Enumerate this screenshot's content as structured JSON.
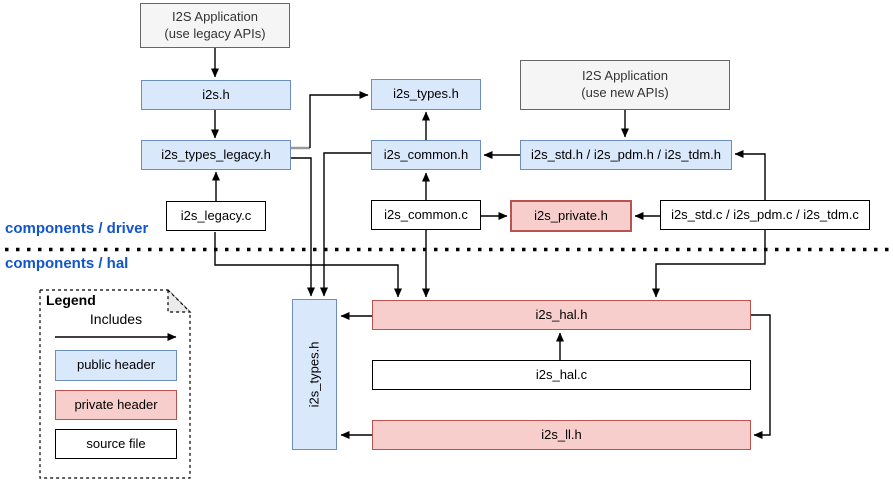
{
  "diagram": {
    "title_implicit": "I2S driver file structure and include dependencies",
    "sections": {
      "driver_label": "components / driver",
      "hal_label": "components / hal"
    },
    "nodes": {
      "app_legacy": {
        "line1": "I2S Application",
        "line2": "(use legacy APIs)",
        "kind": "application"
      },
      "i2s_h": {
        "label": "i2s.h",
        "kind": "public header"
      },
      "i2s_types_legacy_h": {
        "label": "i2s_types_legacy.h",
        "kind": "public header"
      },
      "i2s_legacy_c": {
        "label": "i2s_legacy.c",
        "kind": "source file"
      },
      "i2s_types_h_driver": {
        "label": "i2s_types.h",
        "kind": "public header"
      },
      "i2s_common_h": {
        "label": "i2s_common.h",
        "kind": "public header"
      },
      "i2s_common_c": {
        "label": "i2s_common.c",
        "kind": "source file"
      },
      "app_new": {
        "line1": "I2S Application",
        "line2": "(use new APIs)",
        "kind": "application"
      },
      "i2s_std_pdm_tdm_h": {
        "label": "i2s_std.h / i2s_pdm.h / i2s_tdm.h",
        "kind": "public header"
      },
      "i2s_private_h": {
        "label": "i2s_private.h",
        "kind": "private header"
      },
      "i2s_std_pdm_tdm_c": {
        "label": "i2s_std.c / i2s_pdm.c / i2s_tdm.c",
        "kind": "source file"
      },
      "i2s_types_h_hal": {
        "label": "i2s_types.h",
        "kind": "public header"
      },
      "i2s_hal_h": {
        "label": "i2s_hal.h",
        "kind": "private header"
      },
      "i2s_hal_c": {
        "label": "i2s_hal.c",
        "kind": "source file"
      },
      "i2s_ll_h": {
        "label": "i2s_ll.h",
        "kind": "private header"
      }
    },
    "edges": [
      {
        "from": "I2S Application (use legacy APIs)",
        "to": "i2s.h"
      },
      {
        "from": "i2s.h",
        "to": "i2s_types_legacy.h"
      },
      {
        "from": "i2s_legacy.c",
        "to": "i2s_types_legacy.h"
      },
      {
        "from": "i2s_types_legacy.h",
        "to": "i2s_types.h (driver)"
      },
      {
        "from": "i2s_types_legacy.h",
        "to": "i2s_types.h (hal)"
      },
      {
        "from": "i2s_common.h",
        "to": "i2s_types.h (driver)"
      },
      {
        "from": "i2s_common.h",
        "to": "i2s_types.h (hal)"
      },
      {
        "from": "i2s_common.c",
        "to": "i2s_common.h"
      },
      {
        "from": "i2s_common.c",
        "to": "i2s_private.h"
      },
      {
        "from": "i2s_common.c",
        "to": "i2s_hal.h"
      },
      {
        "from": "i2s_legacy.c",
        "to": "i2s_hal.h"
      },
      {
        "from": "I2S Application (use new APIs)",
        "to": "i2s_std.h / i2s_pdm.h / i2s_tdm.h"
      },
      {
        "from": "i2s_std.h / i2s_pdm.h / i2s_tdm.h",
        "to": "i2s_common.h"
      },
      {
        "from": "i2s_std.c / i2s_pdm.c / i2s_tdm.c",
        "to": "i2s_std.h / i2s_pdm.h / i2s_tdm.h"
      },
      {
        "from": "i2s_std.c / i2s_pdm.c / i2s_tdm.c",
        "to": "i2s_private.h"
      },
      {
        "from": "i2s_std.c / i2s_pdm.c / i2s_tdm.c",
        "to": "i2s_hal.h"
      },
      {
        "from": "i2s_hal.h",
        "to": "i2s_types.h (hal)"
      },
      {
        "from": "i2s_ll.h",
        "to": "i2s_types.h (hal)"
      },
      {
        "from": "i2s_hal.c",
        "to": "i2s_hal.h"
      },
      {
        "from": "i2s_hal.h",
        "to": "i2s_ll.h"
      }
    ],
    "legend": {
      "title": "Legend",
      "includes_label": "Includes",
      "items": [
        {
          "label": "public header",
          "kind": "public"
        },
        {
          "label": "private header",
          "kind": "private"
        },
        {
          "label": "source file",
          "kind": "source"
        }
      ]
    },
    "colors": {
      "public_header_fill": "#dae8fc",
      "public_header_border": "#6c8ebf",
      "private_header_fill": "#f8cecc",
      "private_header_border": "#b85450",
      "application_fill": "#f5f5f5",
      "application_border": "#666666",
      "source_file_fill": "#ffffff",
      "source_file_border": "#000000",
      "section_label_color": "#1155cc",
      "connector_color": "#000000"
    }
  }
}
